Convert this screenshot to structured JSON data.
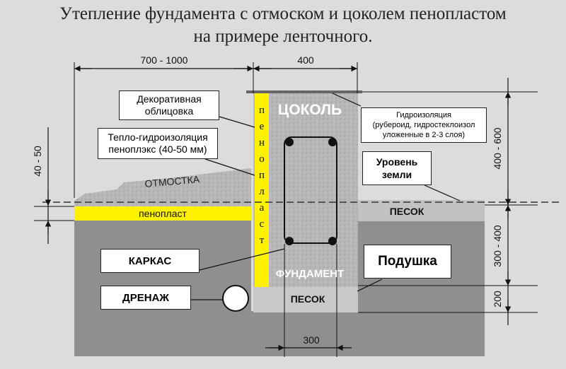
{
  "title": {
    "line1": "Утепление фундамента с отмоском и цоколем пенопластом",
    "line2": "на примере ленточного."
  },
  "dimensions": {
    "top_left": "700 - 1000",
    "top_right": "400",
    "left_vertical": "40 - 50",
    "right_top": "400 - 600",
    "right_middle": "300 - 400",
    "right_bottom": "200",
    "bottom": "300"
  },
  "labels": {
    "cokol": "ЦОКОЛЬ",
    "fundament": "ФУНДАМЕНТ",
    "otmostka": "ОТМОСТКА",
    "penoplast_horizontal": "пенопласт",
    "penoplast_vertical": [
      "п",
      "е",
      "н",
      "о",
      "п",
      "л",
      "а",
      "с",
      "т"
    ],
    "pesok_right": "ПЕСОК",
    "pesok_bottom": "ПЕСОК"
  },
  "callouts": {
    "decor_line1": "Декоративная",
    "decor_line2": "облицовка",
    "insul_line1": "Тепло-гидроизоляция",
    "insul_line2": "пеноплэкс (40-50 мм)",
    "hydro_line1": "Гидроизоляция",
    "hydro_line2": "(рубероид, гидростеклоизол",
    "hydro_line3": "уложенные в 2-3 слоя)",
    "ground_line1": "Уровень",
    "ground_line2": "земли",
    "karkas": "КАРКАС",
    "drenazh": "ДРЕНАЖ",
    "podushka": "Подушка"
  },
  "colors": {
    "insulation": "#fff200",
    "concrete": "#b8b8b8",
    "soil": "#8f8f8f",
    "sand": "#bdbdbd",
    "background": "#dcdcdc"
  }
}
